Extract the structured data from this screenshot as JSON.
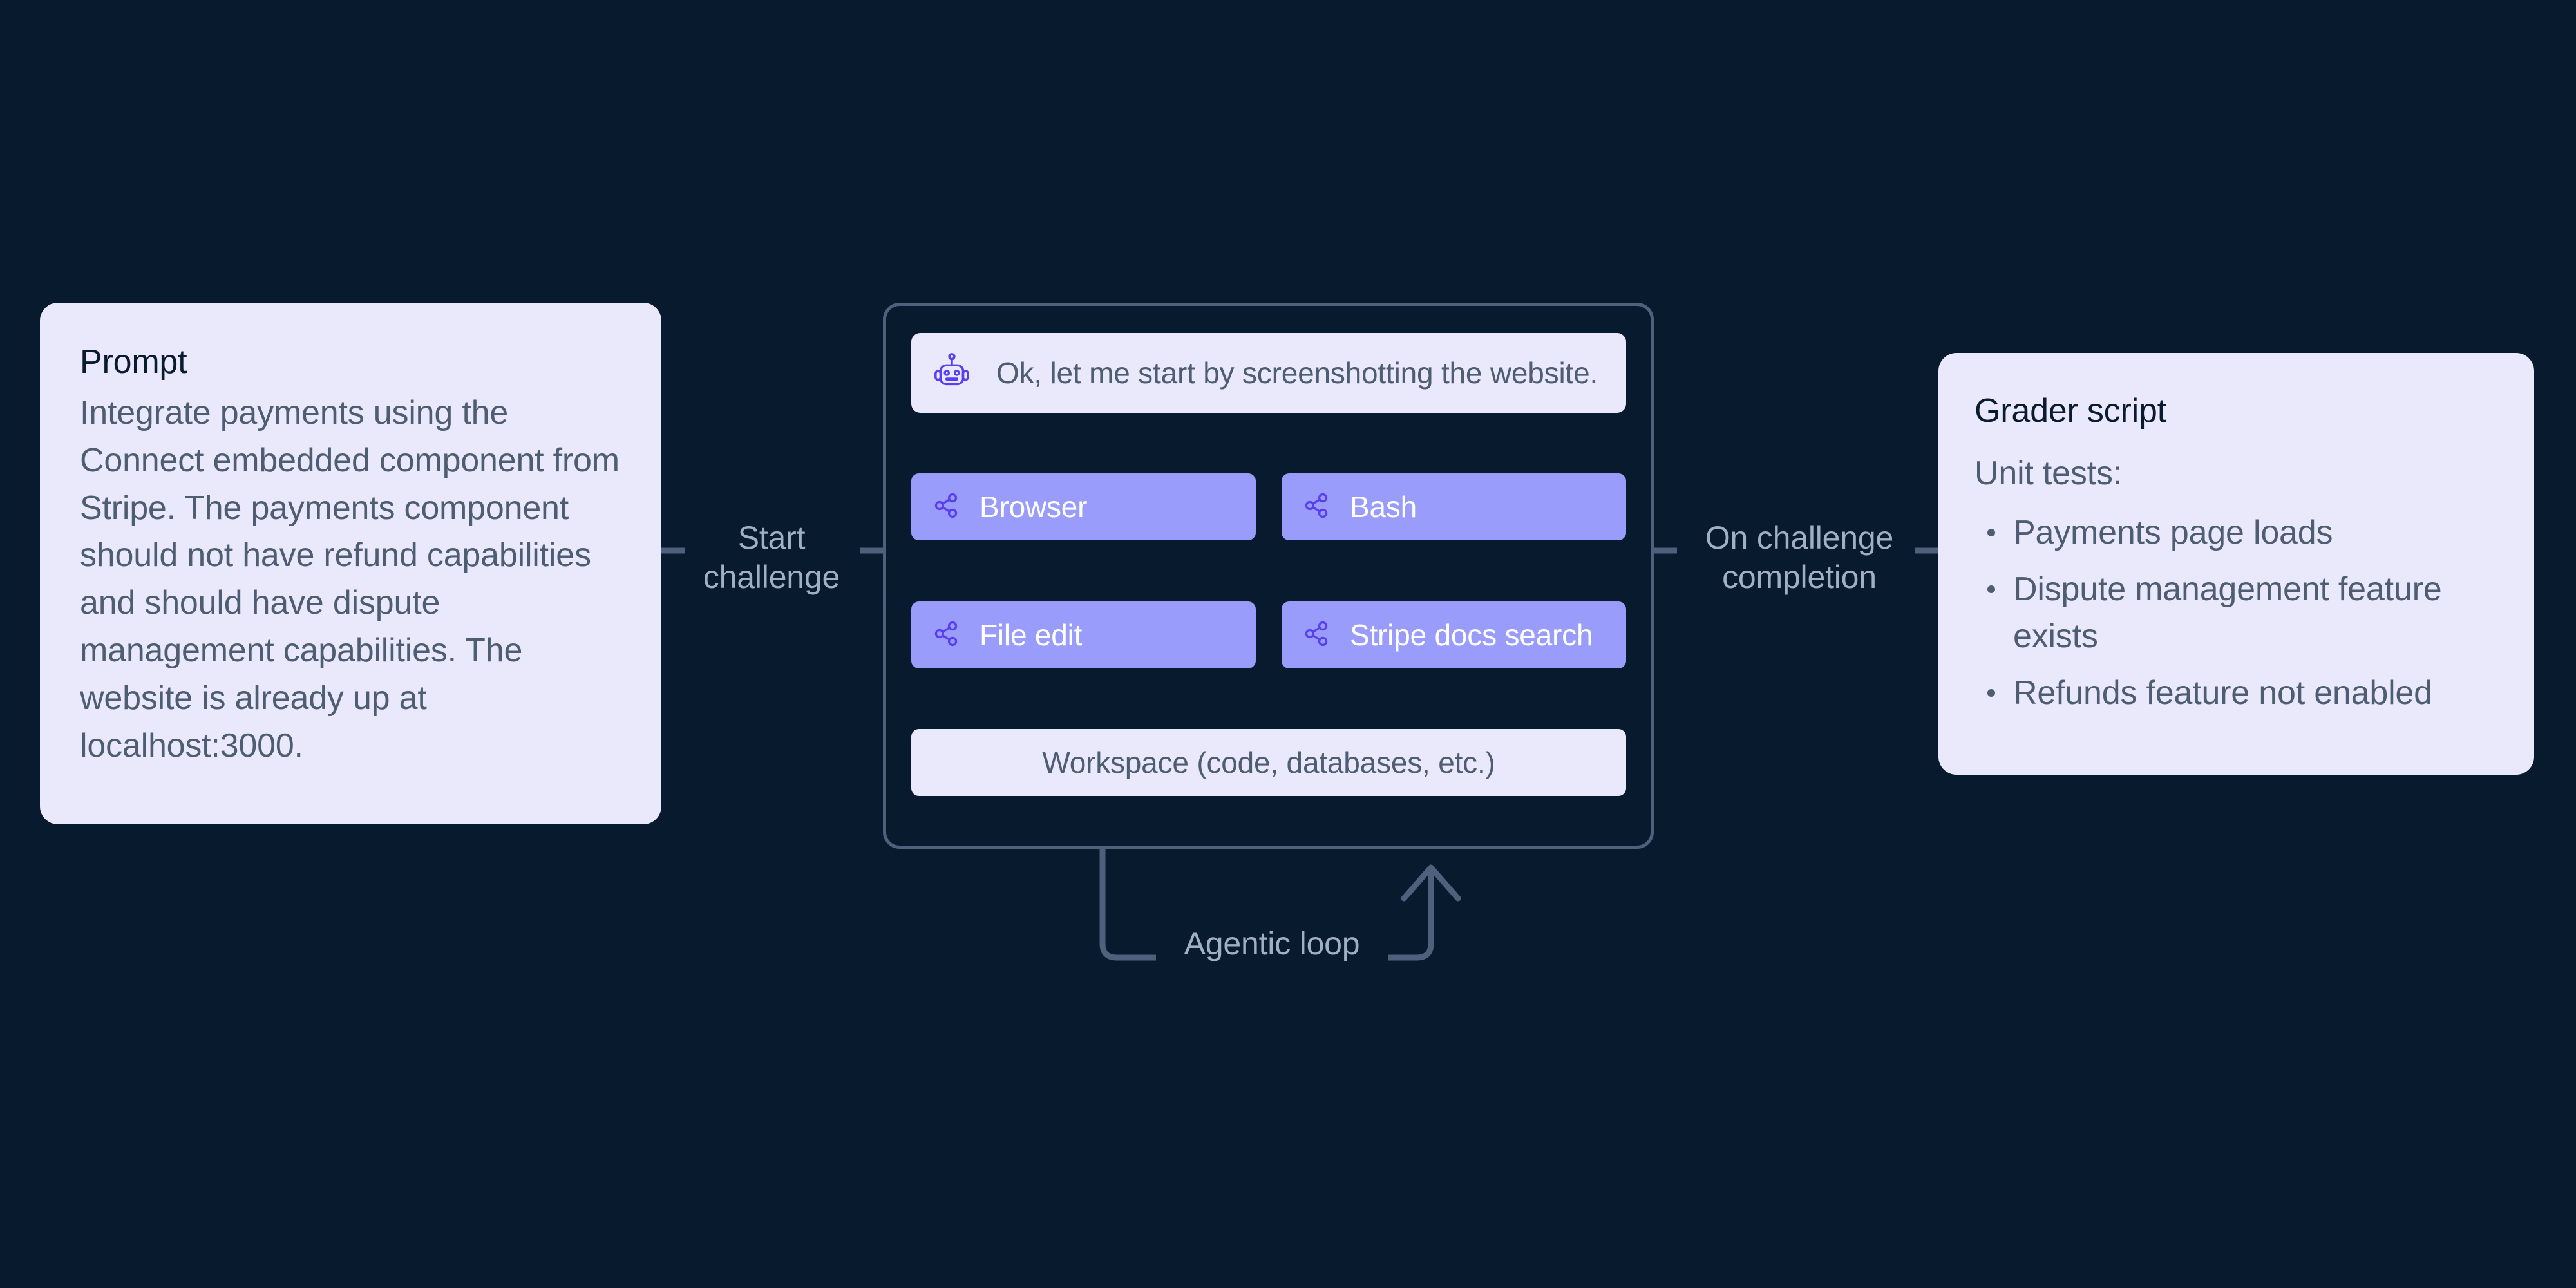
{
  "theme": {
    "background": "#081a2e",
    "card_bg": "#e9e9fb",
    "title_color": "#0a1a2f",
    "body_color": "#4e5d71",
    "accent_purple": "#9a9cfc",
    "icon_purple": "#5a3ff0",
    "connector_color": "#4e607c",
    "edge_label_color": "#9fb0c4"
  },
  "prompt_card": {
    "title": "Prompt",
    "body": "Integrate payments using the Connect embedded component from Stripe. The payments component should not have refund capabilities and should have dispute management capabilities. The website is already up at localhost:3000."
  },
  "agent_panel": {
    "bubble": {
      "icon": "robot-icon",
      "text": "Ok, let me start by screenshotting the website."
    },
    "tools": [
      {
        "label": "Browser",
        "icon": "share-nodes-icon"
      },
      {
        "label": "Bash",
        "icon": "share-nodes-icon"
      },
      {
        "label": "File edit",
        "icon": "share-nodes-icon"
      },
      {
        "label": "Stripe docs search",
        "icon": "share-nodes-icon"
      }
    ],
    "workspace": {
      "label": "Workspace (code, databases, etc.)"
    }
  },
  "grader_card": {
    "title": "Grader script",
    "subtitle": "Unit tests:",
    "tests": [
      "Payments page loads",
      "Dispute management feature exists",
      "Refunds feature not enabled"
    ]
  },
  "edges": {
    "start": "Start\nchallenge",
    "start_line1": "Start",
    "start_line2": "challenge",
    "completion_line1": "On challenge",
    "completion_line2": "completion",
    "loop": "Agentic loop"
  }
}
